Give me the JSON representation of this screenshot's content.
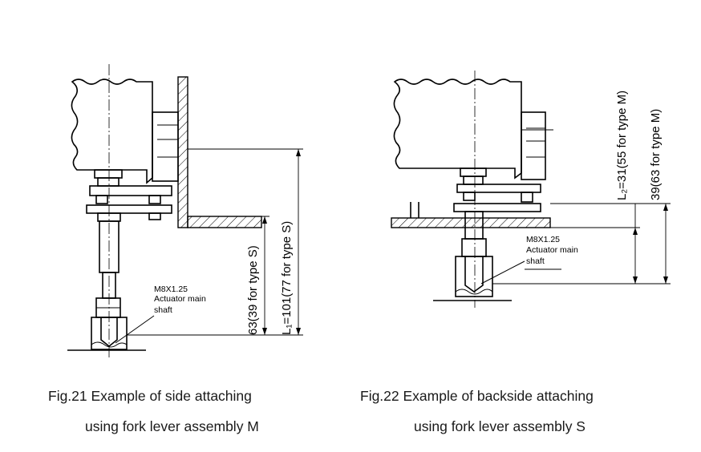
{
  "figures": [
    {
      "caption_line1": "Fig.21 Example of side attaching",
      "caption_line2": "using fork lever assembly M",
      "dim_outer": "L₁=101(77 for type S)",
      "dim_inner": "63(39 for type S)",
      "thread_label": "M8X1.25",
      "part_label_1": "Actuator main",
      "part_label_2": "shaft"
    },
    {
      "caption_line1": "Fig.22 Example of backside attaching",
      "caption_line2": "using fork lever assembly S",
      "dim_outer": "39(63 for type M)",
      "dim_inner": "L₂=31(55 for type M)",
      "thread_label": "M8X1.25",
      "part_label_1": "Actuator main",
      "part_label_2": "shaft"
    }
  ]
}
